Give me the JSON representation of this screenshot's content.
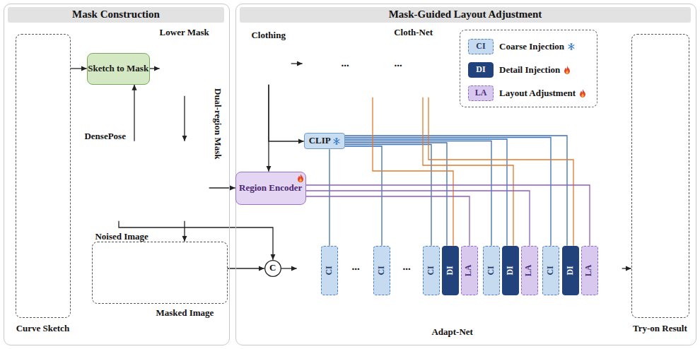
{
  "diagram": {
    "nodes": [
      {
        "text": [
          "Mask Construction"
        ]
      },
      {
        "text": [
          "Curve Sketch"
        ],
        "in": 0
      },
      {
        "text": [
          "Sketch to Mask"
        ],
        "in": 0
      },
      {
        "text": [
          "Lower Mask"
        ],
        "in": 0
      },
      {
        "text": [
          "DensePose"
        ],
        "in": 0
      },
      {
        "text": [
          "Dual-region Mask"
        ],
        "in": 0
      },
      {
        "text": [
          "Noised Image",
          "Masked Image"
        ],
        "in": 0
      },
      {
        "text": [
          "Mask-Guided Layout Adjustment"
        ]
      },
      {
        "text": [
          "Clothing"
        ],
        "in": 7
      },
      {
        "text": [
          "Cloth-Net"
        ],
        "in": 7
      },
      {
        "text": [
          "CLIP"
        ],
        "in": 7
      },
      {
        "text": [
          "Region Encoder"
        ],
        "in": 7
      },
      {
        "text": [
          "C"
        ],
        "in": 7
      },
      {
        "text": [
          "Adapt-Net"
        ],
        "in": 7
      },
      {
        "text": [
          "CI"
        ],
        "in": 13
      },
      {
        "text": [
          "CI"
        ],
        "in": 13
      },
      {
        "text": [
          "CI"
        ],
        "in": 13
      },
      {
        "text": [
          "DI"
        ],
        "in": 13
      },
      {
        "text": [
          "LA"
        ],
        "in": 13
      },
      {
        "text": [
          "CI"
        ],
        "in": 13
      },
      {
        "text": [
          "DI"
        ],
        "in": 13
      },
      {
        "text": [
          "LA"
        ],
        "in": 13
      },
      {
        "text": [
          "CI"
        ],
        "in": 13
      },
      {
        "text": [
          "DI"
        ],
        "in": 13
      },
      {
        "text": [
          "LA"
        ],
        "in": 13
      },
      {
        "text": [
          "Try-on Result"
        ],
        "in": 7
      }
    ],
    "edges": [
      {
        "from": 1,
        "to": 2,
        "arrow": "to"
      },
      {
        "from": 4,
        "to": 2,
        "arrow": "to"
      },
      {
        "from": 2,
        "to": 3,
        "arrow": "to"
      },
      {
        "from": 3,
        "to": 5,
        "arrow": "to"
      },
      {
        "from": 5,
        "to": 6,
        "arrow": "to"
      },
      {
        "from": 5,
        "to": 11,
        "arrow": "to"
      },
      {
        "from": 4,
        "to": 12,
        "arrow": "to"
      },
      {
        "from": 6,
        "to": 12,
        "arrow": "to"
      },
      {
        "from": 12,
        "to": 13,
        "arrow": "to"
      },
      {
        "from": 8,
        "to": 9,
        "arrow": "to"
      },
      {
        "from": 8,
        "to": 10,
        "arrow": "to"
      },
      {
        "from": 8,
        "to": 11,
        "arrow": "to"
      },
      {
        "from": 10,
        "to": 14,
        "arrow": "none"
      },
      {
        "from": 10,
        "to": 15,
        "arrow": "none"
      },
      {
        "from": 10,
        "to": 16,
        "arrow": "none"
      },
      {
        "from": 10,
        "to": 17,
        "arrow": "none"
      },
      {
        "from": 10,
        "to": 19,
        "arrow": "none"
      },
      {
        "from": 10,
        "to": 20,
        "arrow": "none"
      },
      {
        "from": 10,
        "to": 22,
        "arrow": "none"
      },
      {
        "from": 10,
        "to": 23,
        "arrow": "none"
      },
      {
        "from": 9,
        "to": 17,
        "arrow": "none"
      },
      {
        "from": 9,
        "to": 20,
        "arrow": "none"
      },
      {
        "from": 9,
        "to": 23,
        "arrow": "none"
      },
      {
        "from": 11,
        "to": 18,
        "arrow": "none"
      },
      {
        "from": 11,
        "to": 21,
        "arrow": "none"
      },
      {
        "from": 11,
        "to": 24,
        "arrow": "none"
      },
      {
        "from": 13,
        "to": 25,
        "arrow": "to"
      }
    ],
    "labels": [
      "...",
      "...",
      "...",
      "...",
      "CI",
      "DI",
      "LA"
    ],
    "legend": [
      {
        "text": "Coarse Injection",
        "color": "#c6dbef"
      },
      {
        "text": "Detail Injection",
        "color": "#21427b"
      },
      {
        "text": "Layout Adjustment",
        "color": "#d8c8ee"
      }
    ]
  }
}
